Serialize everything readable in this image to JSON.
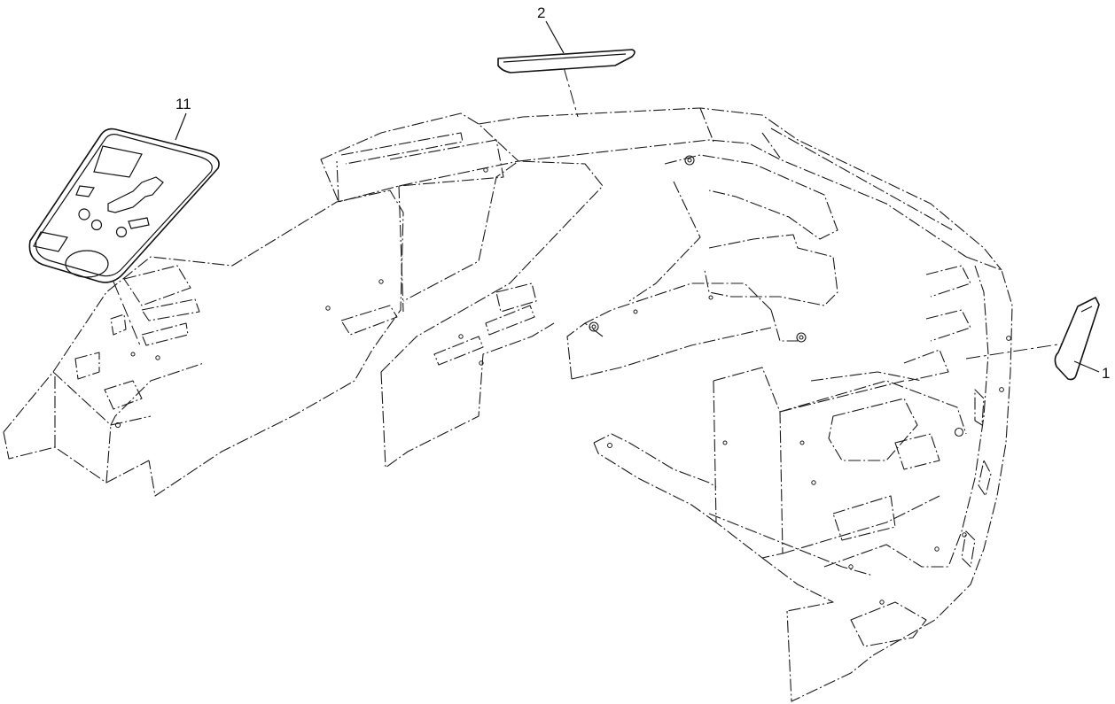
{
  "callouts": {
    "c1": "1",
    "c2": "2",
    "c11": "11"
  },
  "colors": {
    "line": "#111111",
    "background": "#ffffff"
  }
}
